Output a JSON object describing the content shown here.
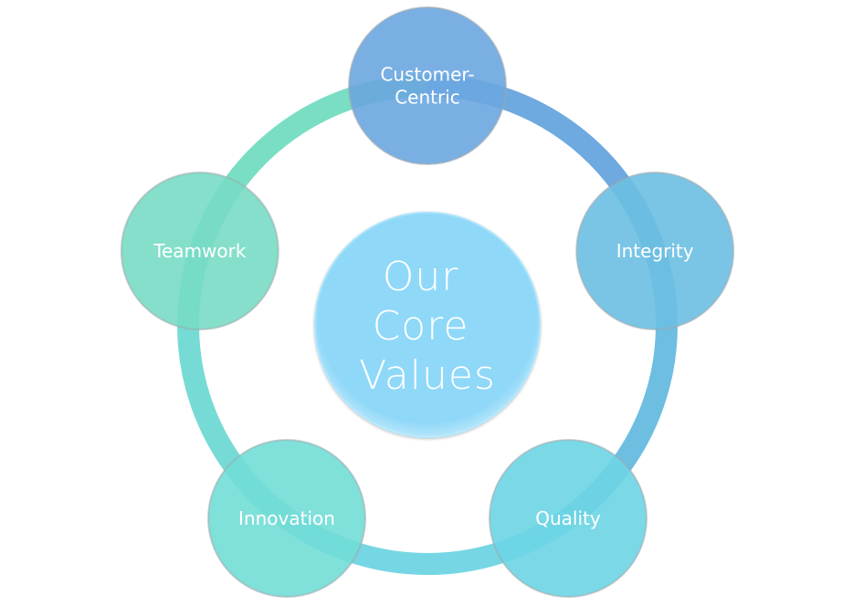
{
  "diagram": {
    "type": "cycle",
    "center": {
      "lines": [
        "Our",
        "Core",
        "Values"
      ],
      "color": "#8fd8f8"
    },
    "nodes": [
      {
        "label_lines": [
          "Customer-",
          "Centric"
        ],
        "color": "#6aa6e0"
      },
      {
        "label_lines": [
          "Integrity"
        ],
        "color": "#6cbfe2"
      },
      {
        "label_lines": [
          "Quality"
        ],
        "color": "#6dd5e4"
      },
      {
        "label_lines": [
          "Innovation"
        ],
        "color": "#72ddd6"
      },
      {
        "label_lines": [
          "Teamwork"
        ],
        "color": "#78dcc4"
      }
    ],
    "ring_segments": [
      {
        "from": 0,
        "to": 1,
        "color": "#62a2dc"
      },
      {
        "from": 1,
        "to": 2,
        "color": "#62b8df"
      },
      {
        "from": 2,
        "to": 3,
        "color": "#6ad2e2"
      },
      {
        "from": 3,
        "to": 4,
        "color": "#6ad8d0"
      },
      {
        "from": 4,
        "to": 0,
        "color": "#6edbbf"
      }
    ]
  }
}
